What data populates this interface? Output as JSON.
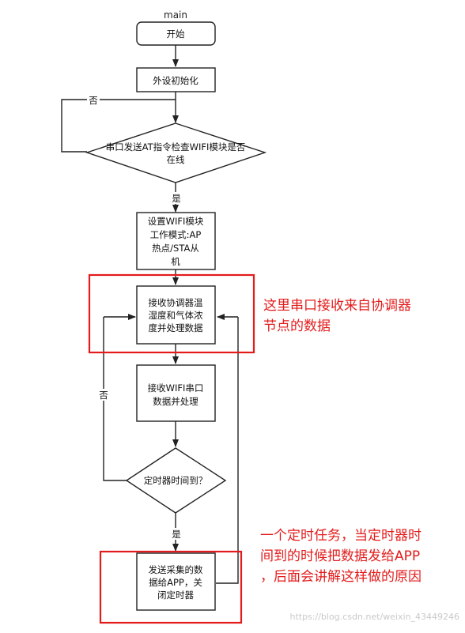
{
  "title": "main",
  "nodes": {
    "start": "开始",
    "init": "外设初始化",
    "check_wifi": [
      "串口发送AT指令检查WIFI模块是否",
      "在线"
    ],
    "set_mode": [
      "设置WIFI模块",
      "工作模式:AP",
      "热点/STA从",
      "机"
    ],
    "recv_coord": [
      "接收协调器温",
      "湿度和气体浓",
      "度并处理数据"
    ],
    "recv_wifi": [
      "接收WIFI串口",
      "数据并处理"
    ],
    "timer_check": "定时器时间到？",
    "send_app": [
      "发送采集的数",
      "据给APP，关",
      "闭定时器"
    ]
  },
  "edge_labels": {
    "no_1": "否",
    "yes_1": "是",
    "no_2": "否",
    "yes_2": "是"
  },
  "annotations": {
    "coord": [
      "这里串口接收来自协调器",
      "节点的数据"
    ],
    "timer": [
      "一个定时任务，当定时器时",
      "间到的时候把数据发给APP",
      "，后面会讲解这样做的原因"
    ]
  },
  "watermark": "https://blog.csdn.net/weixin_43449246",
  "colors": {
    "line": "#222222",
    "highlight": "#e31b1b",
    "annotation_text": "#e31b1b"
  }
}
